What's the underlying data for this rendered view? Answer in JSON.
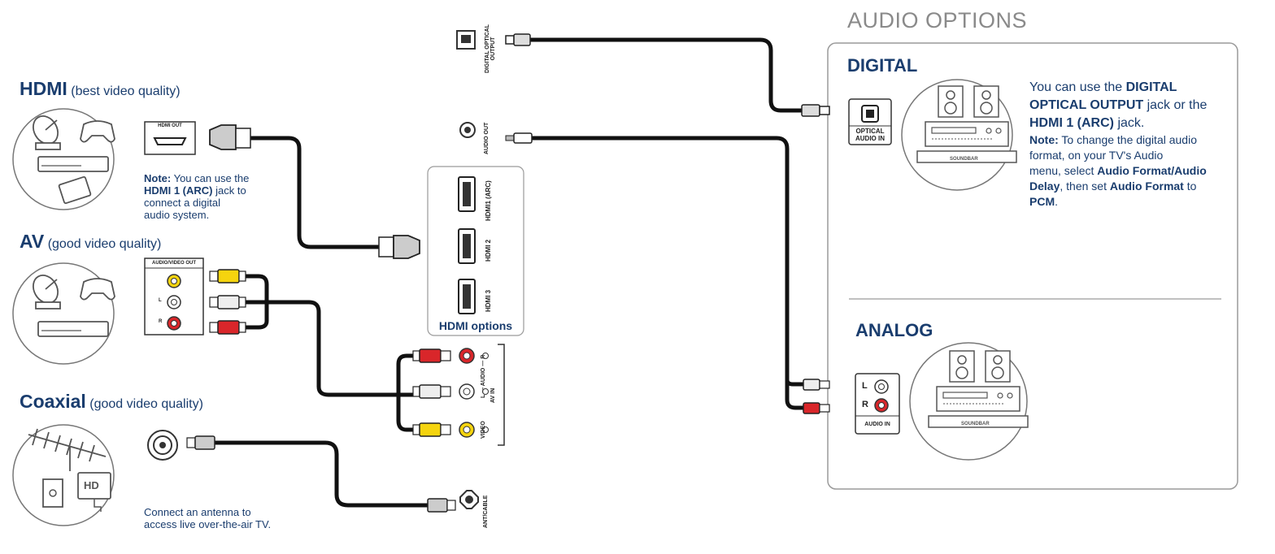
{
  "audio_options": {
    "title": "AUDIO OPTIONS",
    "digital": {
      "title": "DIGITAL",
      "jack_label_line1": "OPTICAL",
      "jack_label_line2": "AUDIO IN",
      "text_1": "You can use the ",
      "text_1b": "DIGITAL",
      "text_2b": "OPTICAL OUTPUT",
      "text_2": " jack or the",
      "text_3b": "HDMI 1 (ARC)",
      "text_3": " jack.",
      "note_label": "Note:",
      "note_1": " To change the digital audio",
      "note_2": "format, on your TV's Audio",
      "note_3": "menu, select ",
      "note_3b": "Audio Format/Audio",
      "note_4b": "Delay",
      "note_4": ", then set ",
      "note_4c": "Audio Format",
      "note_4d": " to",
      "note_5b": "PCM",
      "note_5": ".",
      "device_label": "SOUNDBAR"
    },
    "analog": {
      "title": "ANALOG",
      "jack_l": "L",
      "jack_r": "R",
      "jack_label": "AUDIO IN",
      "device_label": "SOUNDBAR"
    }
  },
  "hdmi": {
    "title": "HDMI",
    "subtitle": "(best video quality)",
    "port_label": "HDMI  OUT",
    "note_label": "Note:",
    "note_1": " You can use the",
    "note_2b": "HDMI 1 (ARC)",
    "note_2": " jack to",
    "note_3": "connect a digital",
    "note_4": "audio system."
  },
  "av": {
    "title": "AV",
    "subtitle": "(good video quality)",
    "port_label": "AUDIO/VIDEO  OUT",
    "jack_l": "L",
    "jack_r": "R"
  },
  "coaxial": {
    "title": "Coaxial",
    "subtitle": "(good video quality)",
    "hd_badge": "HD",
    "note_1": "Connect an antenna to",
    "note_2": "access live over-the-air TV."
  },
  "tv_panel": {
    "optical_label_1": "DIGITAL OPTICAL",
    "optical_label_2": "OUTPUT",
    "audio_out_label": "AUDIO OUT",
    "hdmi1_label": "HDMI1 (ARC)",
    "hdmi2_label": "HDMI 2",
    "hdmi3_label": "HDMI 3",
    "hdmi_options": "HDMI options",
    "av_in_audio_label": "L — AUDIO — R",
    "av_in_video_label": "VIDEO",
    "av_in_label": "AV IN",
    "ant_label": "ANT/CABLE"
  },
  "colors": {
    "navy": "#1a3d6e",
    "red_plug": "#d9262a",
    "yellow_plug": "#f5d40f",
    "white_plug": "#eeeeee",
    "cable": "#111111"
  }
}
